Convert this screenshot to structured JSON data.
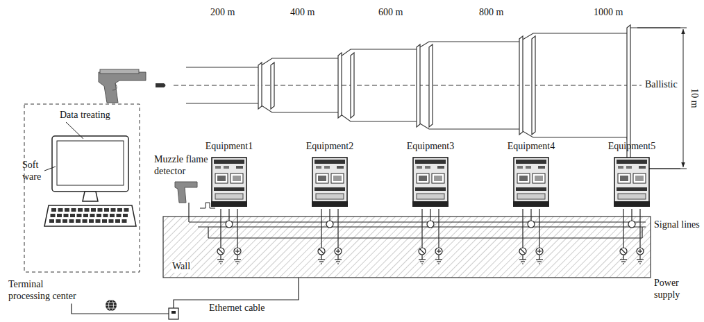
{
  "diagram": {
    "nodes": [
      {
        "text": [
          "Data treating",
          "Soft ware",
          "Terminal processing center"
        ]
      },
      {
        "text": [
          "Wall"
        ]
      },
      {
        "text": [
          "Equipment1"
        ]
      },
      {
        "text": [
          "Equipment2"
        ]
      },
      {
        "text": [
          "Equipment3"
        ]
      },
      {
        "text": [
          "Equipment4"
        ]
      },
      {
        "text": [
          "Equipment5"
        ]
      }
    ],
    "edges": [
      {
        "from": 0,
        "to": 1,
        "arrow": "none",
        "label": "Ethernet cable"
      }
    ],
    "labels": [
      "200 m",
      "400 m",
      "600 m",
      "800 m",
      "1000 m",
      "Ballistic",
      "10 m",
      "Muzzle flame detector",
      "Signal lines",
      "Power supply"
    ]
  }
}
